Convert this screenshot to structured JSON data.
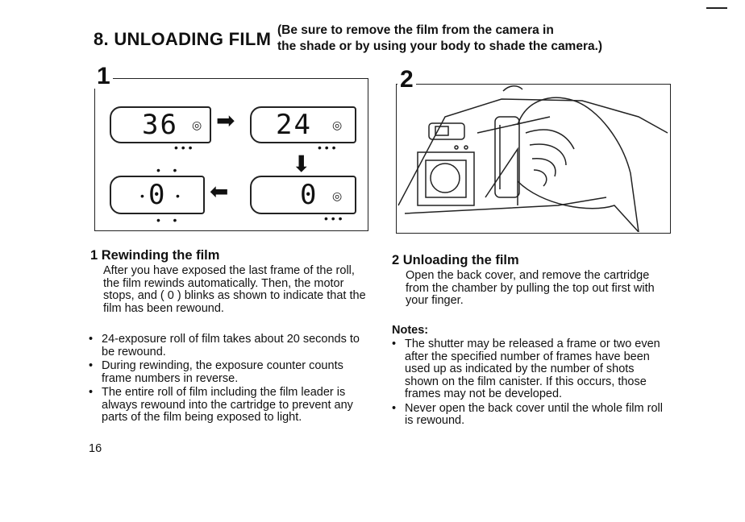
{
  "header": {
    "title": "8. UNLOADING FILM",
    "note_line1": "(Be sure to remove the film from the camera in",
    "note_line2": "the shade or by using your body to shade the camera.)"
  },
  "figure1": {
    "step_number": "1",
    "display_initial": "36",
    "display_mid": "24",
    "display_end": "0",
    "display_blinking": "0"
  },
  "figure2": {
    "step_number": "2"
  },
  "section1": {
    "heading": "1 Rewinding the film",
    "paragraph": "After you have exposed the last frame of the roll, the film rewinds automatically. Then, the motor stops, and ( 0 ) blinks as shown to indicate that the film has been rewound.",
    "bullets": [
      "24-exposure roll of film takes about 20 seconds to be rewound.",
      "During rewinding, the exposure counter counts frame numbers in reverse.",
      "The entire roll of film including the film leader is always rewound into the cartridge to prevent any parts of the film being exposed to light."
    ]
  },
  "section2": {
    "heading": "2 Unloading the film",
    "paragraph": "Open the back cover, and remove the cartridge from the chamber by pulling the top out first with your finger.",
    "notes_title": "Notes:",
    "notes": [
      "The shutter may be released a frame or two even after the specified number of frames have been used up as indicated by the number of shots shown on the film canister. If this occurs, those frames may not be developed.",
      "Never open the back cover until the whole film roll is rewound."
    ]
  },
  "page_number": "16"
}
